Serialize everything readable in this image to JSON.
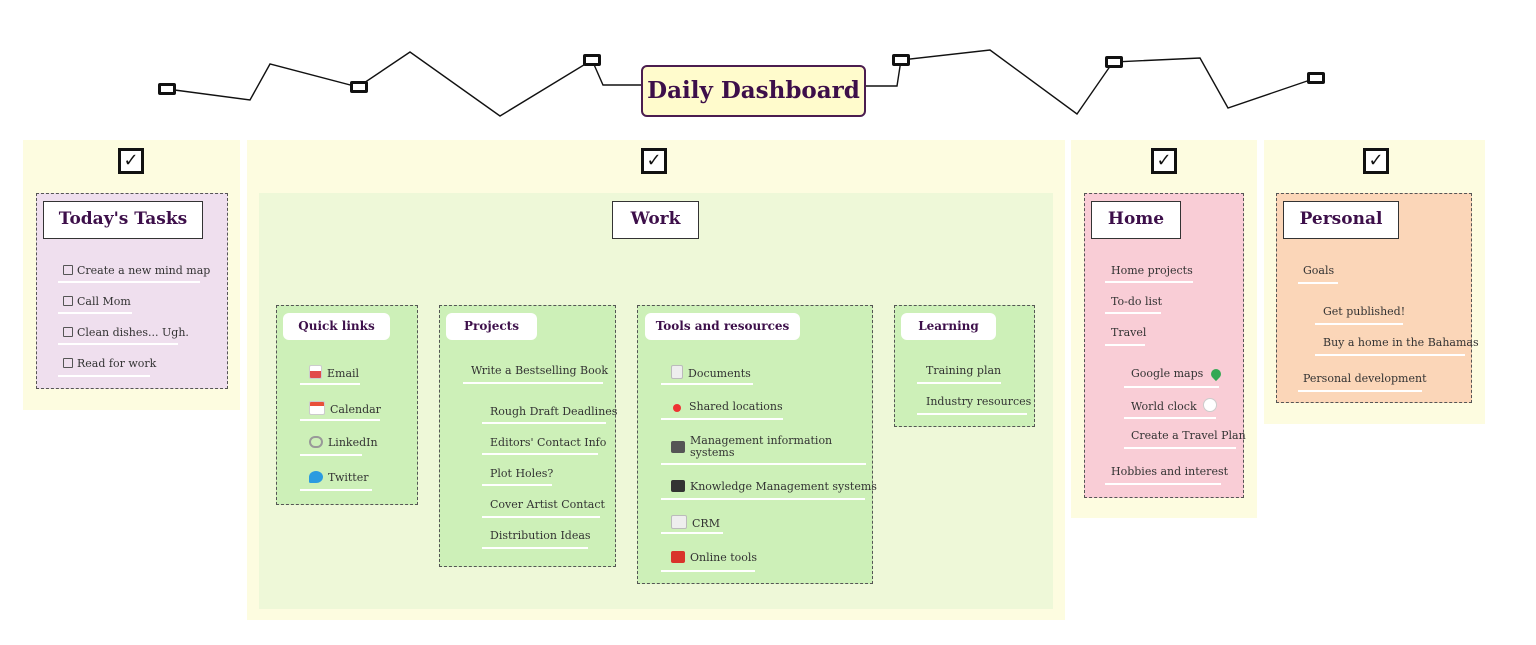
{
  "title": "Daily Dashboard",
  "check_glyph": "✓",
  "sections": {
    "today": {
      "title": "Today's Tasks",
      "items": [
        "Create a new mind map",
        "Call Mom",
        "Clean dishes... Ugh.",
        "Read for work"
      ]
    },
    "work": {
      "title": "Work",
      "quick_links": {
        "title": "Quick links",
        "items": [
          "Email",
          "Calendar",
          "LinkedIn",
          "Twitter"
        ]
      },
      "projects": {
        "title": "Projects",
        "parent": "Write a Bestselling Book",
        "items": [
          "Rough Draft Deadlines",
          "Editors' Contact Info",
          "Plot Holes?",
          "Cover Artist Contact",
          "Distribution Ideas"
        ]
      },
      "tools": {
        "title": "Tools and resources",
        "items": [
          "Documents",
          "Shared locations",
          "Management information",
          "systems",
          "Knowledge Management systems",
          "CRM",
          "Online tools"
        ]
      },
      "learning": {
        "title": "Learning",
        "items": [
          "Training plan",
          "Industry resources"
        ]
      }
    },
    "home": {
      "title": "Home",
      "items": [
        "Home projects",
        "To-do list",
        "Travel",
        "Hobbies and interest"
      ],
      "travel_items": [
        "Google maps",
        "World clock",
        "Create a Travel Plan"
      ]
    },
    "personal": {
      "title": "Personal",
      "items": [
        "Goals",
        "Personal development"
      ],
      "goal_items": [
        "Get published!",
        "Buy a home in the Bahamas"
      ]
    }
  },
  "colors": {
    "panel_bg": "#fdfce0",
    "today_bg": "#efdfee",
    "work_bg": "#eef8d8",
    "work_section_bg": "#cdf0b8",
    "home_bg": "#f9cdd6",
    "personal_bg": "#fbd6b8",
    "title_bg": "#fffbcc",
    "title_text": "#3d0f4a"
  },
  "icons": {
    "email": "email-icon",
    "calendar": "calendar-icon",
    "linkedin": "link-icon",
    "twitter": "bird-icon",
    "documents": "document-icon",
    "shared_locations": "pin-icon",
    "mis": "monitor-icon",
    "kms": "clapperboard-icon",
    "crm": "card-icon",
    "online_tools": "toolbox-icon",
    "google_maps": "map-pin-icon",
    "world_clock": "clock-icon"
  }
}
